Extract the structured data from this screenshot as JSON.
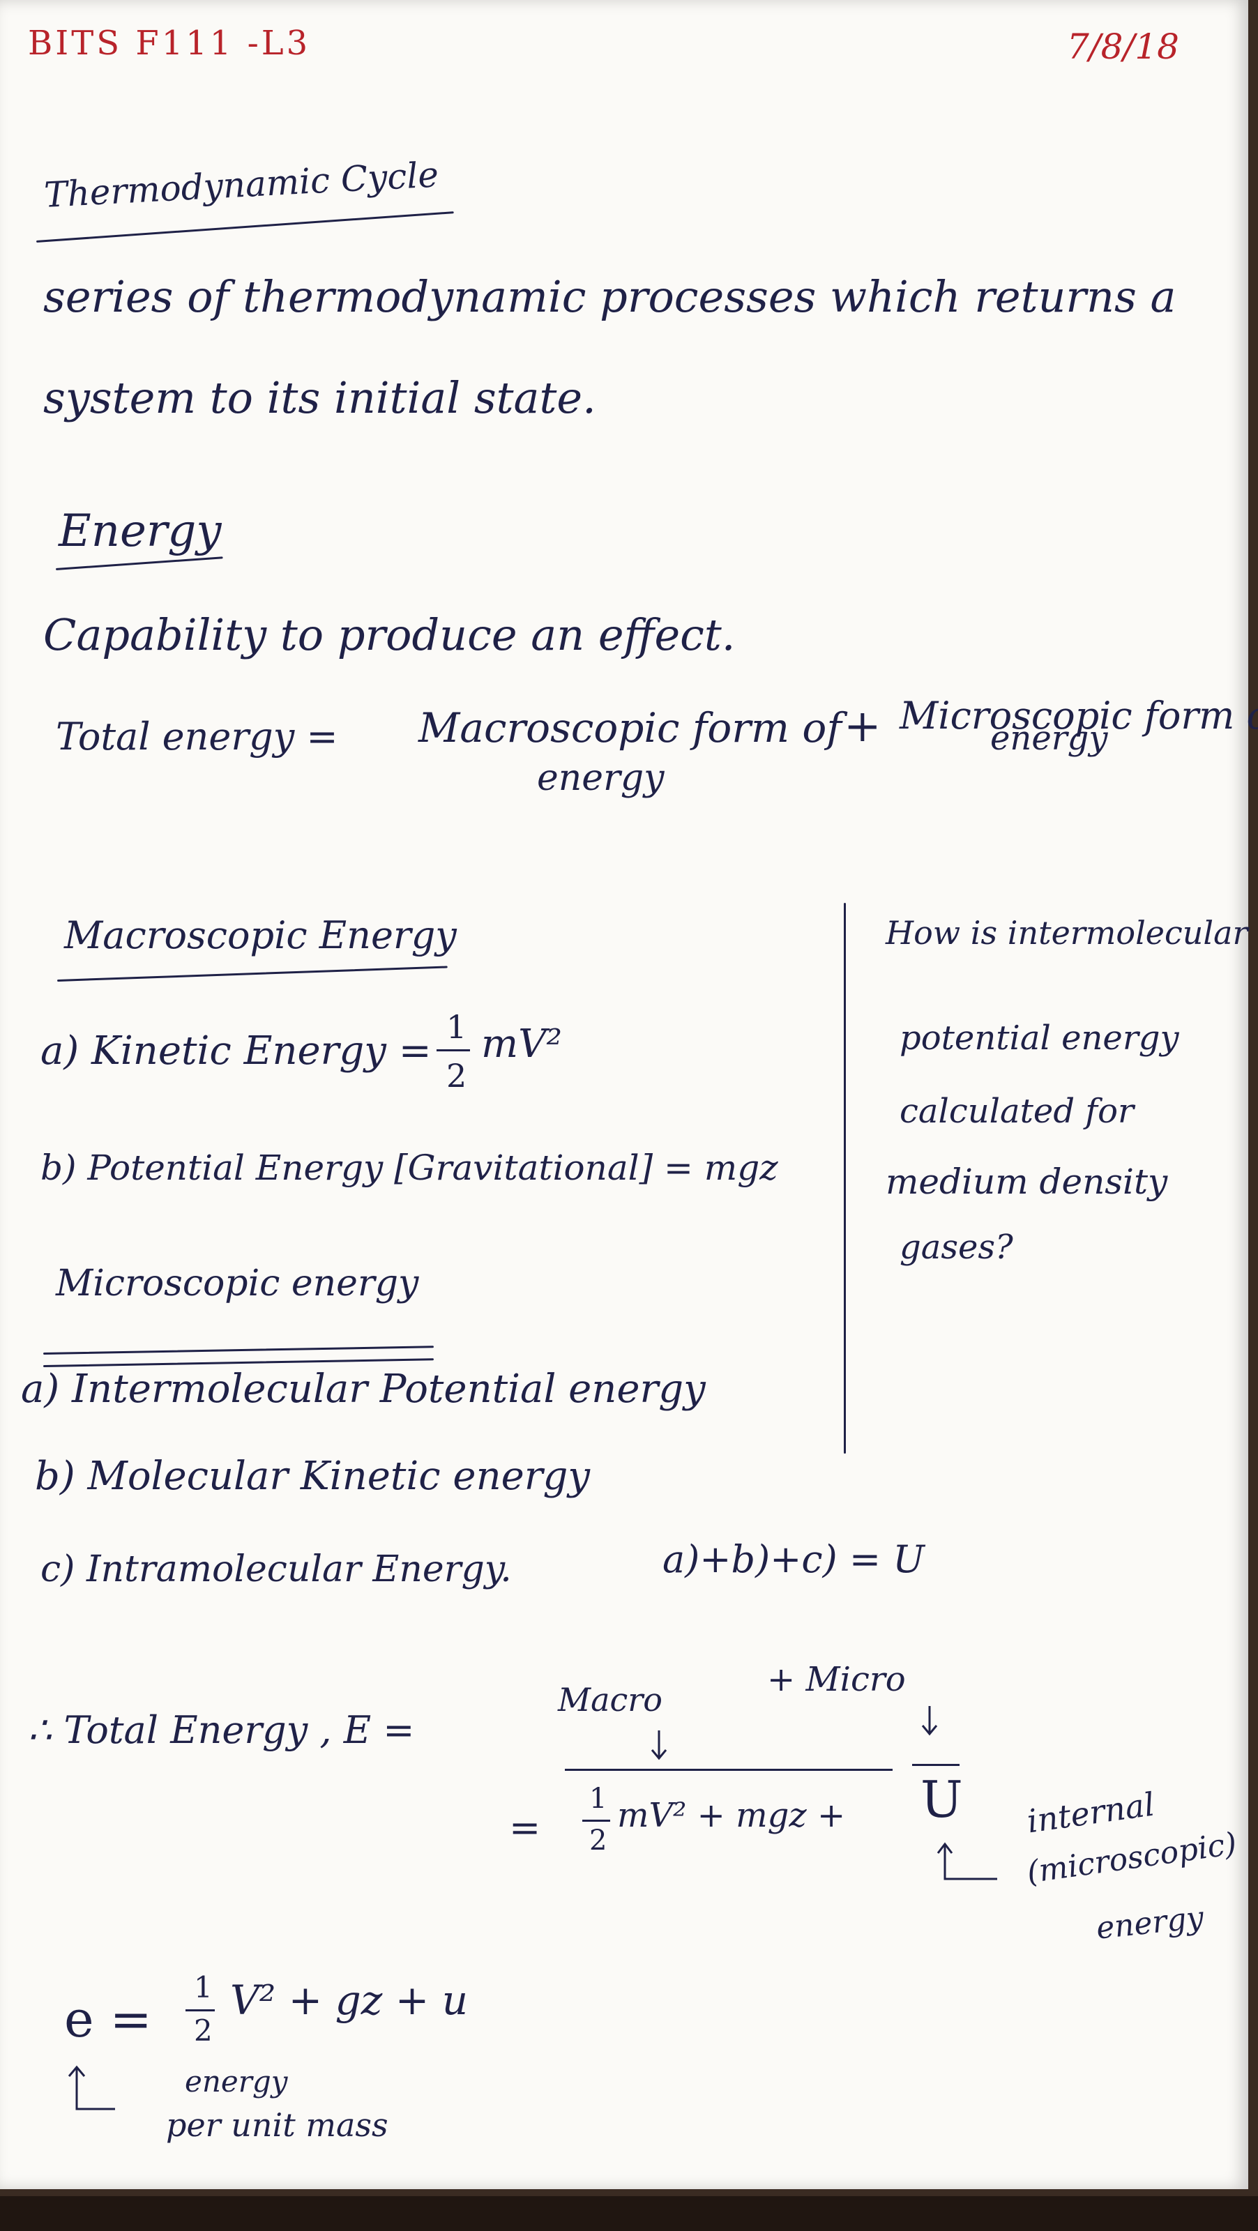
{
  "header": {
    "course": "BITS F111 -L3",
    "date": "7/8/18"
  },
  "thermo": {
    "heading": "Thermodynamic Cycle",
    "def_line1": "series of thermodynamic processes which returns a",
    "def_line2": "system to its initial state."
  },
  "energy": {
    "heading": "Energy",
    "definition": "Capability to produce an effect.",
    "total_lhs": "Total energy =",
    "macro_form": "Macroscopic form of",
    "macro_form_2": "energy",
    "plus": "+",
    "micro_form": "Microscopic form of",
    "micro_form_2": "energy"
  },
  "macroscopic": {
    "heading": "Macroscopic Energy",
    "a_label": "a) Kinetic Energy =",
    "a_num": "1",
    "a_den": "2",
    "a_rest": "mV²",
    "b_label": "b) Potential Energy [Gravitational] = mgz"
  },
  "microscopic": {
    "heading": "Microscopic energy",
    "a": "a) Intermolecular Potential energy",
    "b": "b) Molecular Kinetic energy",
    "c": "c) Intramolecular Energy.",
    "sum": "a)+b)+c) = U"
  },
  "side_note": {
    "line1": "How is intermolecular",
    "line2": "potential energy",
    "line3": "calculated for",
    "line4": "medium density",
    "line5": "gases?"
  },
  "total": {
    "prefix": "∴ Total Energy , E =",
    "macro": "Macro",
    "plus_micro": "+ Micro",
    "eq": "=",
    "num": "1",
    "den": "2",
    "terms": "mV² + mgz +",
    "U": "U",
    "internal_1": "internal",
    "internal_2": "(microscopic)",
    "internal_3": "energy"
  },
  "specific": {
    "lhs": "e =",
    "num": "1",
    "den": "2",
    "terms": "V² + gz + u",
    "note_1": "energy",
    "note_2": "per unit mass"
  }
}
